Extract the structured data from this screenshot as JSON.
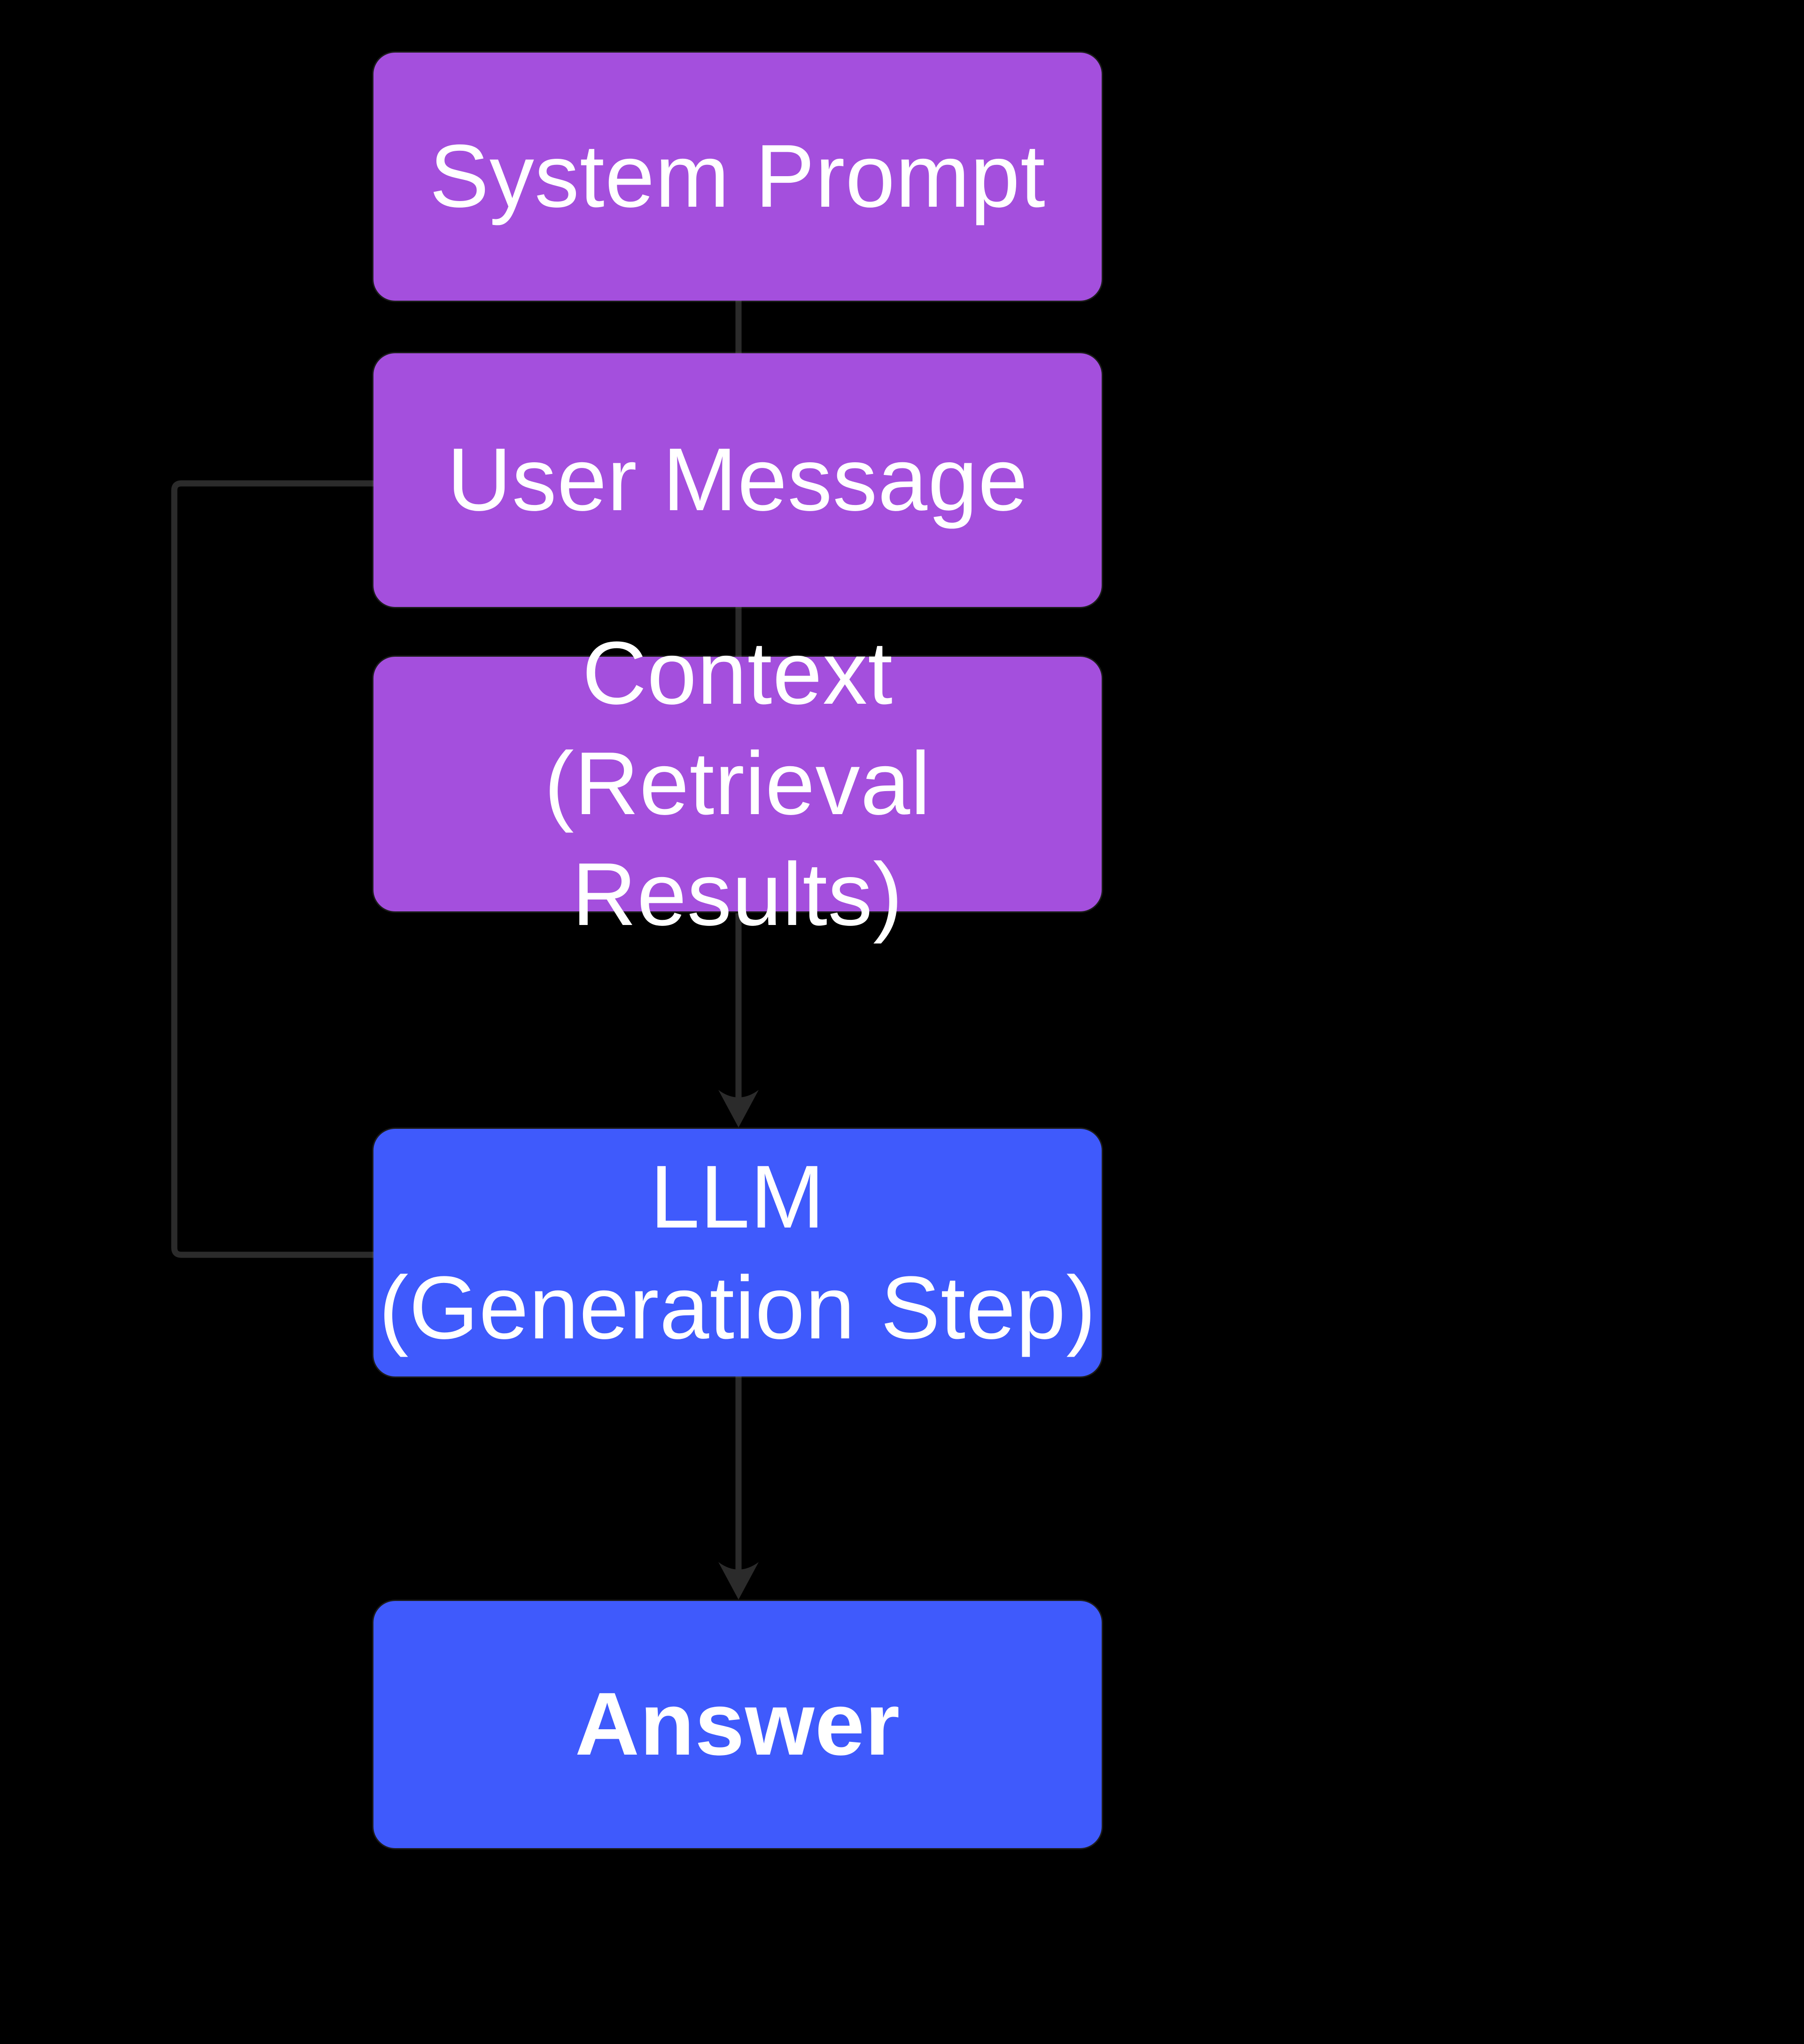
{
  "diagram": {
    "background_color": "#000000",
    "connector_color": "#2b2b2b",
    "text_color": "#ffffff",
    "node_fill_purple": "#a44fdd",
    "node_fill_blue": "#3f5afc",
    "nodes": [
      {
        "id": "system-prompt",
        "line1": "System Prompt",
        "line2": "",
        "fill": "#a44fdd",
        "bold": false
      },
      {
        "id": "user-message",
        "line1": "User Message",
        "line2": "",
        "fill": "#a44fdd",
        "bold": false
      },
      {
        "id": "context",
        "line1": "Context",
        "line2": "(Retrieval Results)",
        "fill": "#a44fdd",
        "bold": false
      },
      {
        "id": "llm",
        "line1": "LLM",
        "line2": "(Generation Step)",
        "fill": "#3f5afc",
        "bold": false
      },
      {
        "id": "answer",
        "line1": "Answer",
        "line2": "",
        "fill": "#3f5afc",
        "bold": true
      }
    ],
    "edges": [
      {
        "from": "system-prompt",
        "to": "user-message",
        "arrow": false,
        "type": "straight"
      },
      {
        "from": "user-message",
        "to": "context",
        "arrow": false,
        "type": "straight"
      },
      {
        "from": "context",
        "to": "llm",
        "arrow": true,
        "type": "straight"
      },
      {
        "from": "llm",
        "to": "answer",
        "arrow": true,
        "type": "straight"
      },
      {
        "from": "user-message",
        "to": "llm",
        "arrow": false,
        "type": "bypass-left"
      }
    ]
  }
}
